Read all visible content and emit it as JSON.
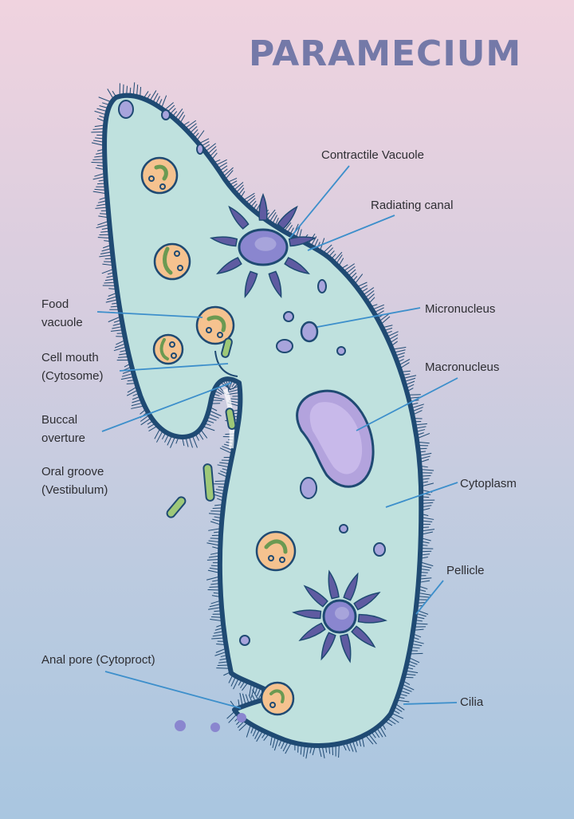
{
  "title": "PARAMECIUM",
  "colors": {
    "cell_fill": "#bfe1de",
    "cell_outline": "#1f4a73",
    "leader_line": "#3d8fcb",
    "nucleus": "#8a86cf",
    "canal": "#5f5ba1",
    "macronucleus": "#b3a3dd",
    "food_vacuole": "#f5c28f",
    "bacteria": "#9ec878",
    "title": "#7479a8"
  },
  "labels": {
    "contractile_vacuole": "Contractile Vacuole",
    "radiating_canal": "Radiating canal",
    "micronucleus": "Micronucleus",
    "macronucleus": "Macronucleus",
    "cytoplasm": "Cytoplasm",
    "pellicle": "Pellicle",
    "cilia": "Cilia",
    "food_vacuole_1": "Food",
    "food_vacuole_2": "vacuole",
    "cell_mouth_1": "Cell mouth",
    "cell_mouth_2": "(Cytosome)",
    "buccal_1": "Buccal",
    "buccal_2": "overture",
    "oral_groove_1": "Oral groove",
    "oral_groove_2": "(Vestibulum)",
    "anal_pore": "Anal pore (Cytoproct)"
  }
}
